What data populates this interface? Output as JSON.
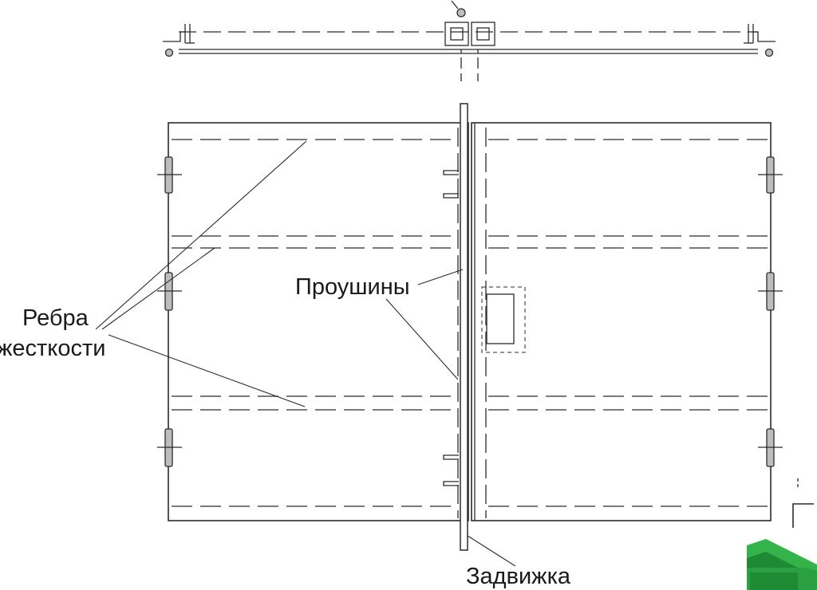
{
  "labels": {
    "ribs_line1": "Ребра",
    "ribs_line2": "жесткости",
    "lugs": "Проушины",
    "latch": "Задвижка"
  },
  "colors": {
    "stroke": "#2b2b2b",
    "hinge_fill": "#bdbdbd",
    "logo_dark": "#1f8a34",
    "logo_light": "#33b34a"
  }
}
